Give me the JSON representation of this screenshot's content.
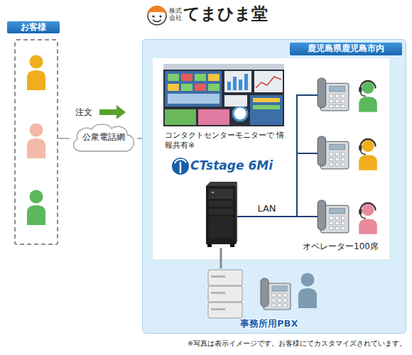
{
  "diagram": {
    "title": "てまひま堂",
    "nodes": [
      {
        "text": [
          "お客様"
        ]
      },
      {
        "text": [
          "公衆電話網"
        ]
      },
      {
        "text": [
          "鹿児島県鹿児島市内"
        ]
      },
      {
        "text": [
          "CTstage 6Mi"
        ],
        "in": 2
      },
      {
        "text": [
          "オペレーター100席"
        ],
        "in": 2
      },
      {
        "text": [
          "事務所用PBX"
        ],
        "in": 2
      }
    ],
    "edges": [
      {
        "from": 0,
        "to": 1,
        "arrow": "none"
      },
      {
        "from": 1,
        "to": 2,
        "arrow": "none"
      },
      {
        "from": 3,
        "to": 4,
        "label": "LAN",
        "arrow": "none"
      },
      {
        "from": 3,
        "to": 5,
        "arrow": "none"
      }
    ],
    "labels": [
      "株式 会社",
      "注文",
      "コンタクトセンターモニターで 情報共有※",
      "※写真は表示イメージです。お客様にてカスタマイズされています。"
    ]
  }
}
